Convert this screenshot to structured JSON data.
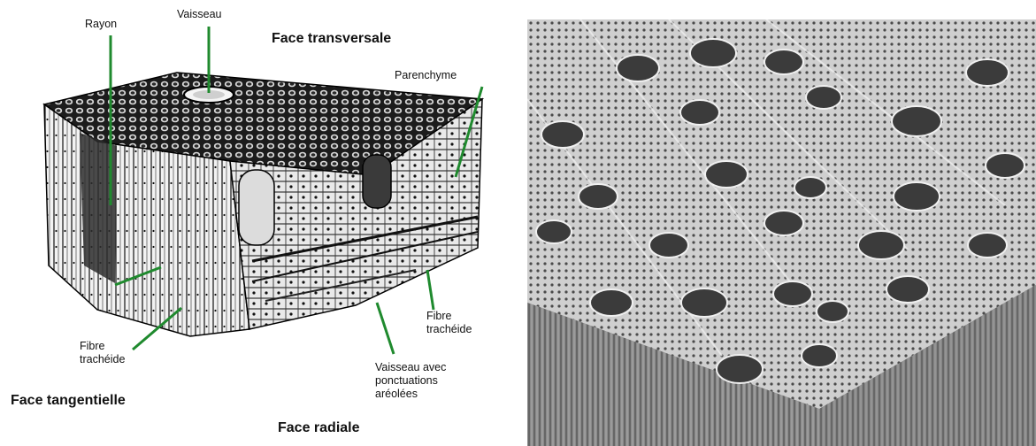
{
  "diagram": {
    "labels": {
      "rayon": "Rayon",
      "vaisseau": "Vaisseau",
      "face_transversale": "Face transversale",
      "parenchyme": "Parenchyme",
      "fibre_tracheide_left": "Fibre\ntrachéide",
      "fibre_tracheide_right": "Fibre\ntrachéide",
      "vaisseau_ponctuations": "Vaisseau avec\nponctuations\naréolées",
      "face_tangentielle": "Face tangentielle",
      "face_radiale": "Face radiale"
    },
    "colors": {
      "pointer": "#1f8a2e",
      "ink": "#111111"
    }
  },
  "photo": {
    "description_icon": "wood-sem-photo"
  }
}
